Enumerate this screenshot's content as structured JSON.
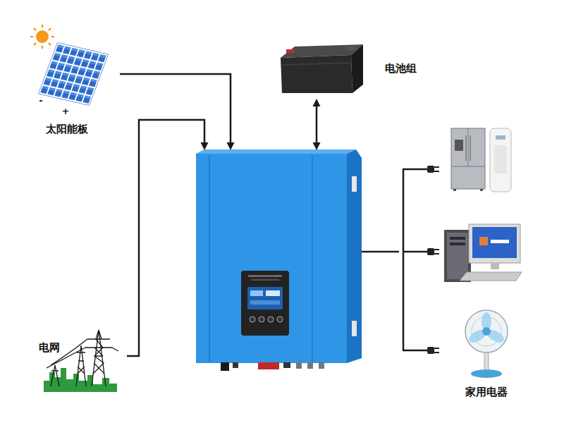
{
  "diagram": {
    "nodes": [
      {
        "text": [
          "太阳能板"
        ]
      },
      {
        "text": [
          "电池组"
        ]
      },
      {
        "text": []
      },
      {
        "text": [
          "家用电器"
        ]
      },
      {
        "text": [
          "电网"
        ]
      }
    ],
    "edges": [
      {
        "from": 0,
        "to": 2,
        "arrow": "to"
      },
      {
        "from": 4,
        "to": 2,
        "arrow": "to"
      },
      {
        "from": 1,
        "to": 2,
        "arrow": "both"
      },
      {
        "from": 2,
        "to": 3,
        "arrow": "none"
      }
    ],
    "labels": [
      "-",
      "+"
    ]
  }
}
